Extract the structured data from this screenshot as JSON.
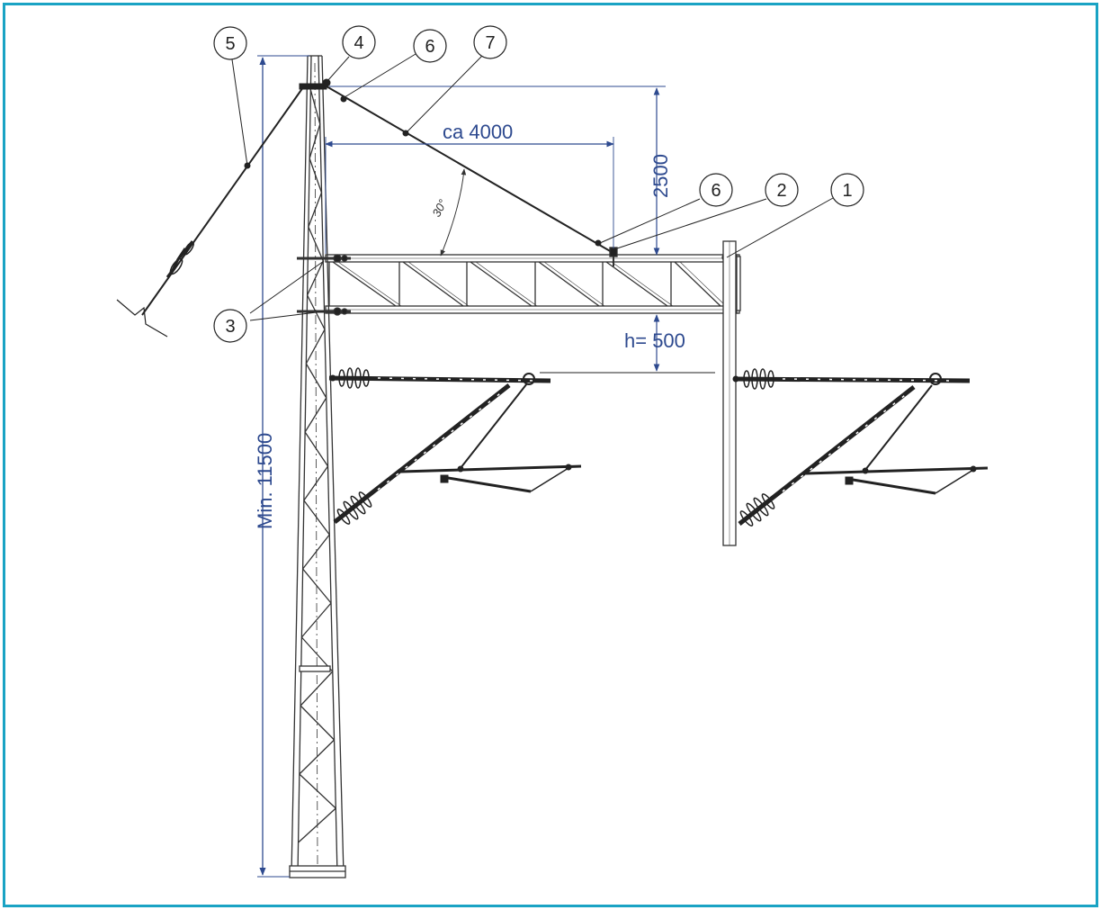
{
  "colors": {
    "frame": "#1aa3c4",
    "dimension": "#2e4a8f",
    "structure": "#333333"
  },
  "dimensions": {
    "height": "Min. 11500",
    "span": "ca 4000",
    "vertical": "2500",
    "clearance": "h= 500",
    "angle": "30°"
  },
  "callouts": [
    {
      "label": "5"
    },
    {
      "label": "4"
    },
    {
      "label": "6"
    },
    {
      "label": "7"
    },
    {
      "label": "6"
    },
    {
      "label": "2"
    },
    {
      "label": "1"
    },
    {
      "label": "3"
    }
  ]
}
